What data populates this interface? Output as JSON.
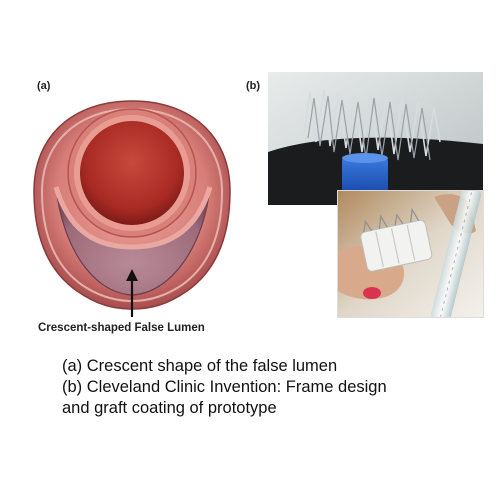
{
  "panels": {
    "a_label": "(a)",
    "b_label": "(b)"
  },
  "diagram": {
    "false_lumen_label": "Crescent-shaped False Lumen"
  },
  "caption": {
    "line1": "(a) Crescent shape of the false lumen",
    "line2": "(b) Cleveland Clinic Invention: Frame design",
    "line3": "and graft coating of prototype"
  },
  "colors": {
    "vessel_wall": "#c96b68",
    "true_lumen": "#b7312a",
    "false_lumen": "#a57483",
    "background": "#ffffff"
  }
}
